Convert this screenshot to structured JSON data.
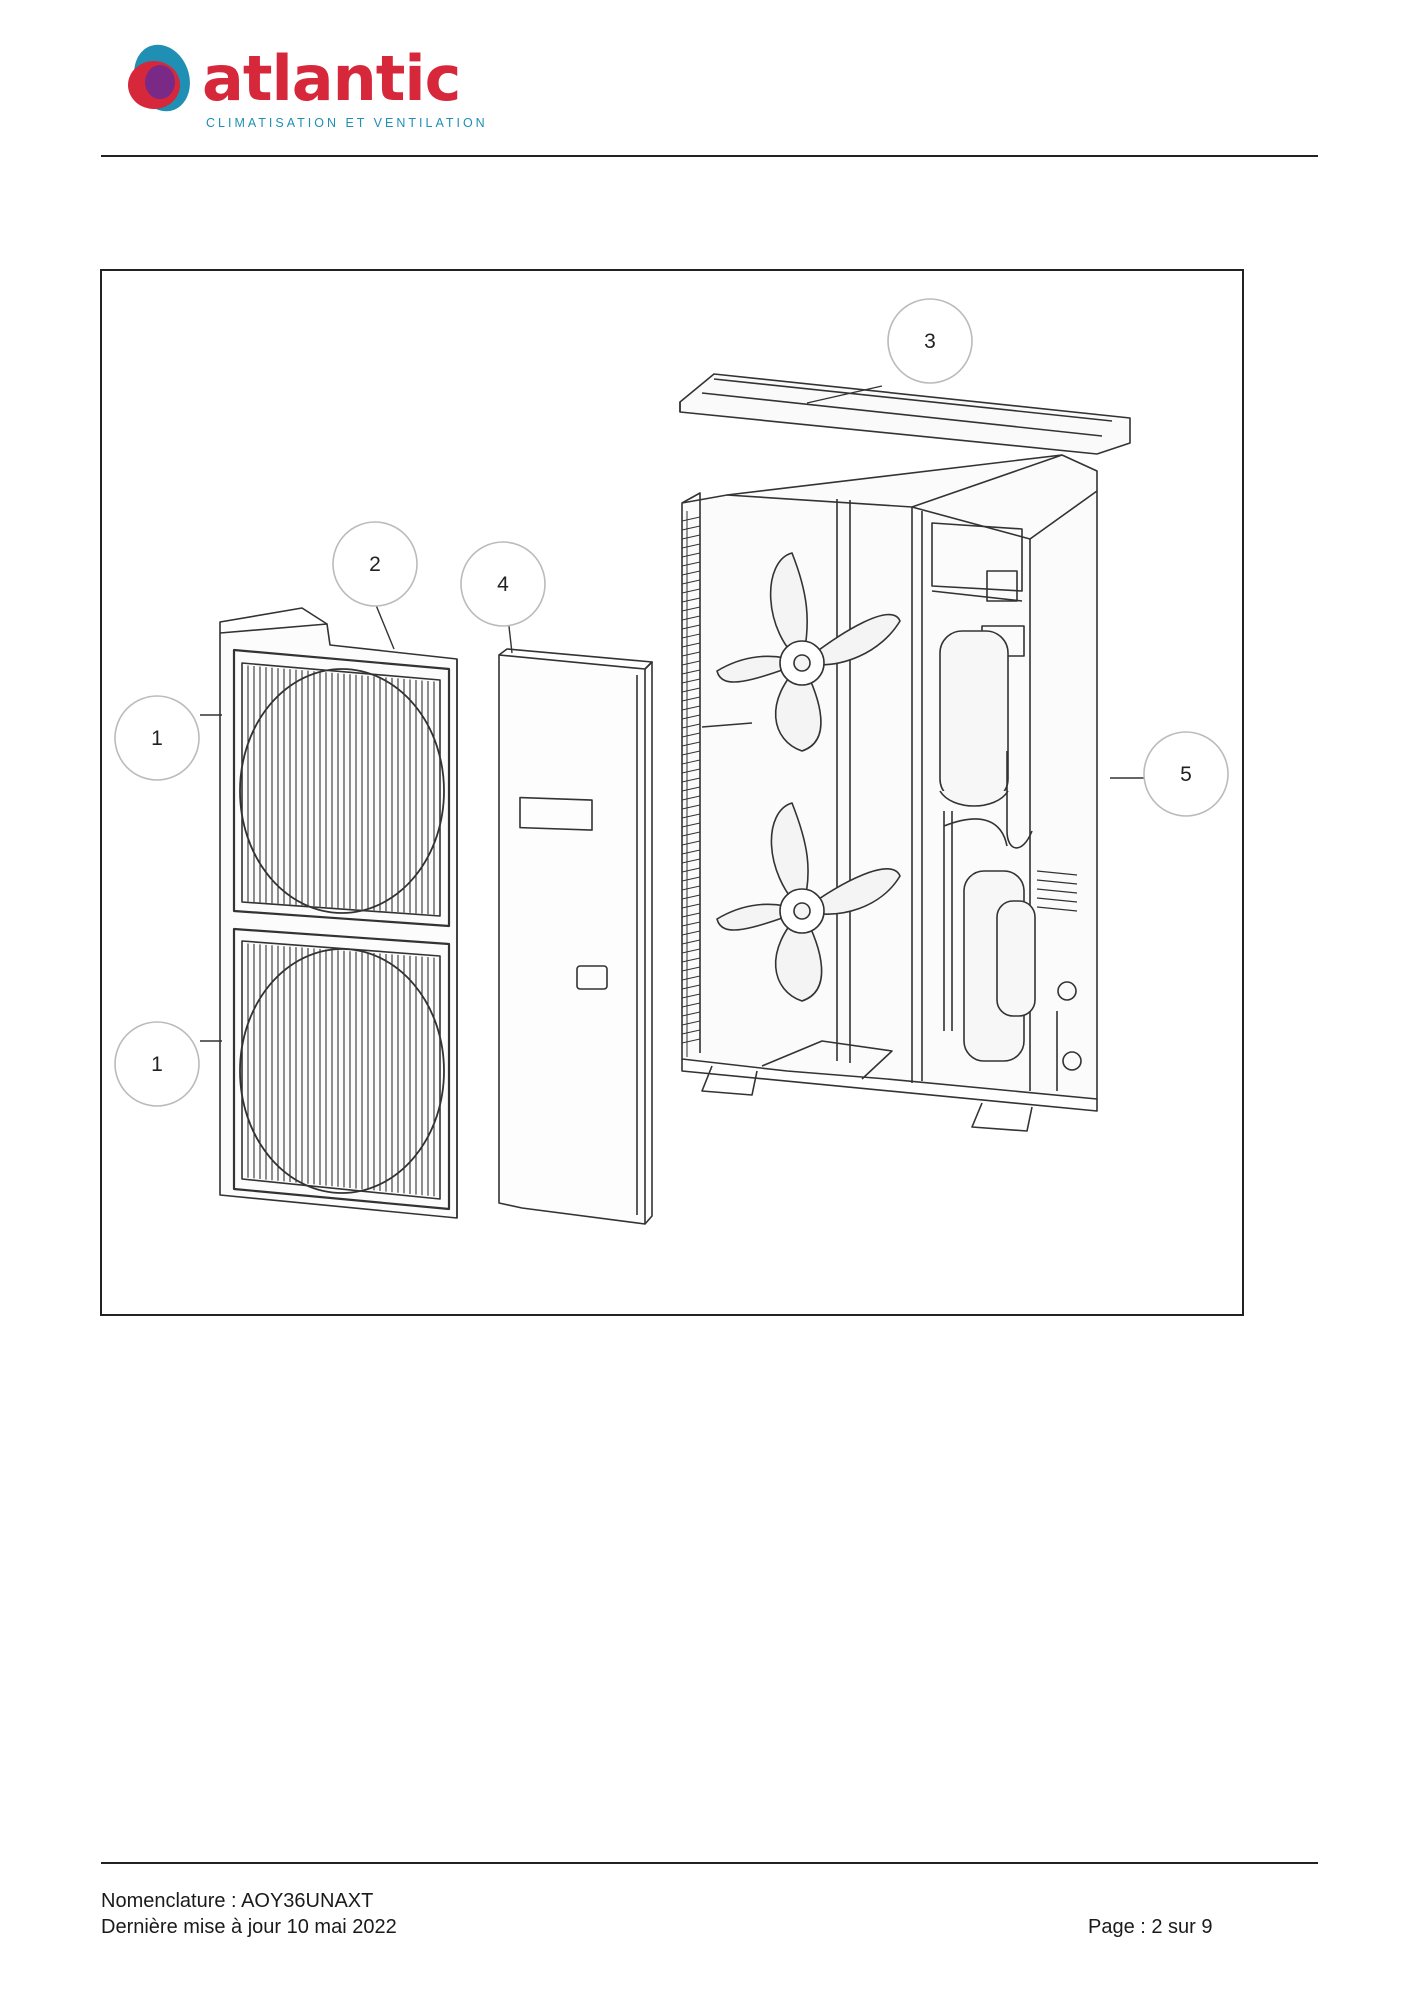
{
  "header": {
    "brand": "atlantic",
    "tagline": "CLIMATISATION ET VENTILATION"
  },
  "figure": {
    "callouts": [
      {
        "id": "c1a",
        "label": "1"
      },
      {
        "id": "c1b",
        "label": "1"
      },
      {
        "id": "c2",
        "label": "2"
      },
      {
        "id": "c3",
        "label": "3"
      },
      {
        "id": "c4",
        "label": "4"
      },
      {
        "id": "c5",
        "label": "5"
      }
    ]
  },
  "footer": {
    "nomenclature": "Nomenclature : AOY36UNAXT",
    "updated": "Dernière mise à jour 10 mai 2022",
    "page": "Page : 2 sur 9"
  },
  "colors": {
    "brand_red": "#d6283a",
    "brand_purple": "#7a2a86",
    "brand_teal": "#1f8fb4"
  }
}
